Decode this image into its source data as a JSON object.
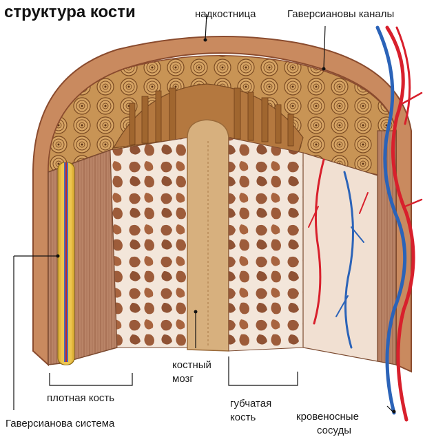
{
  "title": "структура кости",
  "labels": {
    "periosteum": "надкостница",
    "haversian_canals": "Гаверсиановы каналы",
    "bone_marrow_line1": "костный",
    "bone_marrow_line2": "мозг",
    "compact_bone": "плотная кость",
    "spongy_bone_line1": "губчатая",
    "spongy_bone_line2": "кость",
    "haversian_system": "Гаверсианова система",
    "blood_vessels_line1": "кровеносные",
    "blood_vessels_line2": "сосуды"
  },
  "colors": {
    "periosteum": "#c98a5f",
    "periosteum_dark": "#8a4b2e",
    "osteon_fill": "#c89455",
    "osteon_ring": "#7a4a22",
    "compact_face": "#b98467",
    "spongy_bg": "#f3e6da",
    "spongy_hole": "#9a5a3a",
    "marrow": "#d7b07e",
    "artery": "#d8202c",
    "vein": "#2b63b8",
    "haversian_yellow": "#e2b43a"
  }
}
